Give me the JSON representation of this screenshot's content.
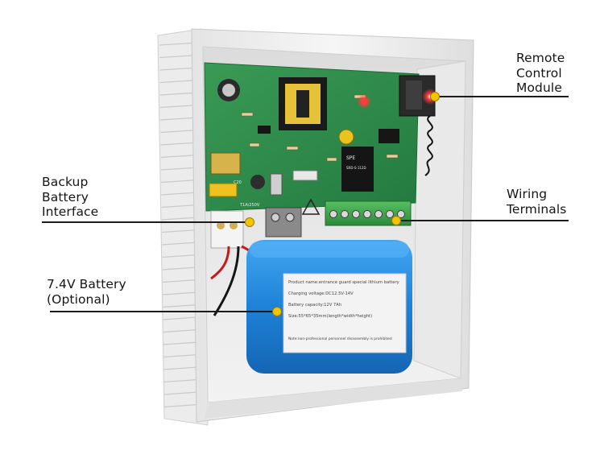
{
  "callouts": {
    "remote": {
      "lines": [
        "Remote",
        "Control",
        "Module"
      ]
    },
    "backup": {
      "lines": [
        "Backup",
        "Battery",
        "Interface"
      ]
    },
    "wiring": {
      "lines": [
        "Wiring",
        "Terminals"
      ]
    },
    "battery": {
      "lines": [
        "7.4V Battery",
        "(Optional)"
      ]
    }
  },
  "battery_label": {
    "line1": "Product name:entrance guard special lithium battery",
    "line2": "Charging voltage:DC12.5V-14V",
    "line3": "Battery capacity:12V 7Ah",
    "line4": "Size:55*65*35mm(length*width*height)",
    "line5": "Note:non-professional personnel disassembly is prohibited"
  },
  "board_marks": {
    "relay_brand": "SPE",
    "relay_model": "SRD-S-112D",
    "fuse_rating": "T1A/250V",
    "cap_label": "C20"
  },
  "colors": {
    "enclosure": "#f1f1f1",
    "pcb": "#2f8d4c",
    "battery": "#1e82d8",
    "terminal_block": "#3aa14c",
    "callout_dot": "#f5c400",
    "led_red": "#ff2a2a"
  },
  "icons": [
    "warning-icon",
    "led-icon",
    "antenna-icon"
  ]
}
